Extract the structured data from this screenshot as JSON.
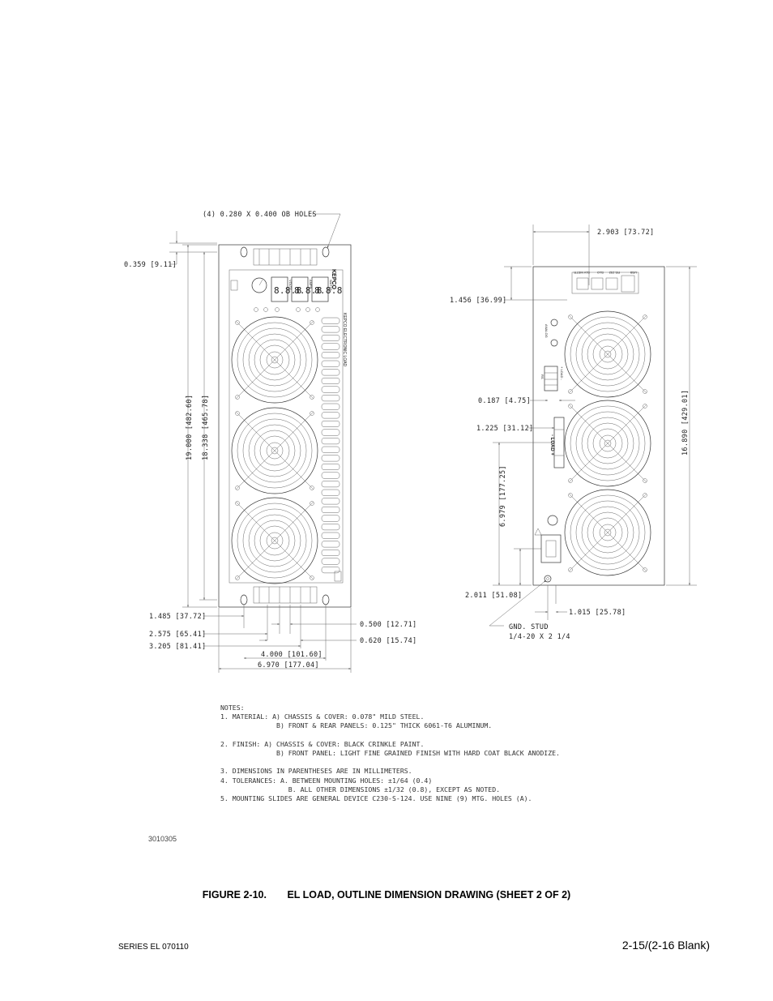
{
  "front_view": {
    "callouts": {
      "holes": "(4) 0.280 X 0.400 OB HOLES",
      "d_0359": "0.359 [9.11]",
      "d_19000": "19.000 [482.60]",
      "d_18338": "18.338 [465.78]",
      "d_1485": "1.485 [37.72]",
      "d_2575": "2.575 [65.41]",
      "d_3205": "3.205 [81.41]",
      "d_0500": "0.500 [12.71]",
      "d_0620": "0.620 [15.74]",
      "d_4000": "4.000 [101.60]",
      "d_6970": "6.970 [177.04]"
    },
    "panel": {
      "brand": "KEPCO",
      "product": "KEPCO ELECTRONIC LOAD",
      "meter_labels": [
        "VOLTS",
        "AMPS",
        "WATTS"
      ]
    }
  },
  "rear_view": {
    "callouts": {
      "d_2903": "2.903 [73.72]",
      "d_1456": "1.456 [36.99]",
      "d_16890": "16.890 [429.01]",
      "d_0187": "0.187 [4.75]",
      "d_1225": "1.225 [31.12]",
      "d_6979": "6.979 [177.25]",
      "d_2011": "2.011 [51.08]",
      "d_1015": "1.015 [25.78]",
      "gnd_stud": "GND. STUD",
      "gnd_stud_size": "1/4-20 X 2 1/4"
    },
    "panel": {
      "connectors": [
        "USB",
        "RS 232",
        "SLO",
        "SLV MSTR"
      ],
      "analog": "ANALOG",
      "load_label": "- LOAD +",
      "load_small": "+ LOAD -",
      "rs_label": "RS"
    }
  },
  "notes": {
    "heading": "NOTES:",
    "lines": [
      "1. MATERIAL: A) CHASSIS & COVER: 0.078\" MILD STEEL.",
      "              B) FRONT & REAR PANELS: 0.125\" THICK 6061-T6 ALUMINUM.",
      "",
      "2. FINISH: A) CHASSIS & COVER: BLACK CRINKLE PAINT.",
      "              B) FRONT PANEL: LIGHT FINE GRAINED FINISH WITH HARD COAT BLACK ANODIZE.",
      "",
      "3. DIMENSIONS IN PARENTHESES ARE IN MILLIMETERS.",
      "4. TOLERANCES: A. BETWEEN MOUNTING HOLES: ±1/64 (0.4)",
      "                 B. ALL OTHER DIMENSIONS ±1/32 (0.8), EXCEPT AS NOTED.",
      "5. MOUNTING SLIDES ARE GENERAL DEVICE C230-S-124. USE NINE (9) MTG. HOLES (A)."
    ]
  },
  "drawing_number": "3010305",
  "caption": {
    "number": "FIGURE 2-10.",
    "title": "EL LOAD, OUTLINE DIMENSION DRAWING (SHEET 2 OF 2)"
  },
  "footer": {
    "left": "SERIES EL 070110",
    "right": "2-15/(2-16 Blank)"
  }
}
